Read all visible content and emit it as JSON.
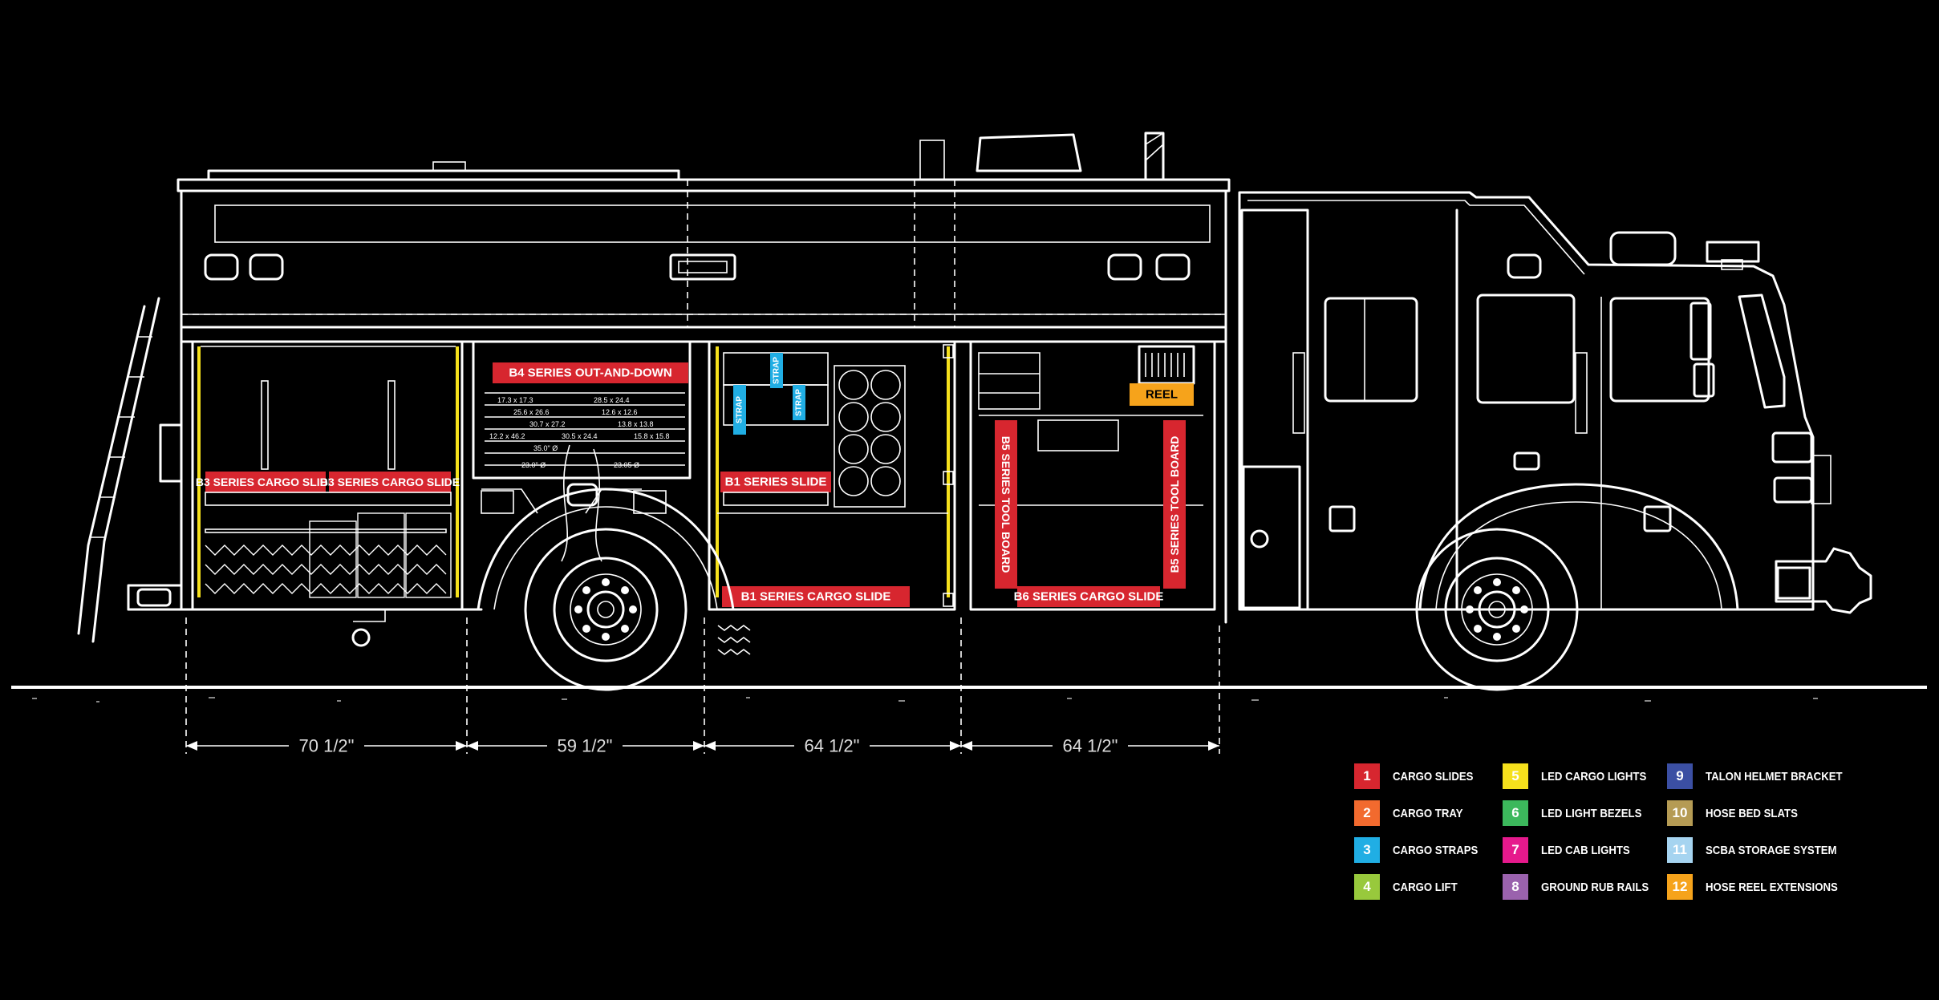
{
  "compartment_labels": {
    "b3_slide_left": "B3 SERIES CARGO SLIDE",
    "b3_slide_right": "B3 SERIES CARGO SLIDE",
    "b4_out_down": "B4 SERIES OUT-AND-DOWN",
    "strap": "STRAP",
    "b1_series_slide": "B1 SERIES SLIDE",
    "b1_cargo_slide": "B1 SERIES CARGO SLIDE",
    "reel": "REEL",
    "b5_tool_board": "B5 SERIES TOOL BOARD",
    "b6_cargo_slide": "B6 SERIES CARGO SLIDE"
  },
  "tray_sizes": [
    "17.3 x 17.3",
    "28.5 x 24.4",
    "25.6 x 26.6",
    "12.6 x 12.6",
    "30.7 x 27.2",
    "13.8 x 13.8",
    "12.2 x 46.2",
    "30.5 x 24.4",
    "15.8 x 15.8",
    "35.0\" Ø",
    "23.0\" Ø",
    "23.05 Ø"
  ],
  "dimensions": [
    "70 1/2\"",
    "59 1/2\"",
    "64 1/2\"",
    "64 1/2\""
  ],
  "legend": [
    {
      "num": "1",
      "label": "CARGO SLIDES",
      "color": "#d7262f"
    },
    {
      "num": "2",
      "label": "CARGO TRAY",
      "color": "#f26a2e"
    },
    {
      "num": "3",
      "label": "CARGO STRAPS",
      "color": "#20aee4"
    },
    {
      "num": "4",
      "label": "CARGO LIFT",
      "color": "#98c93c"
    },
    {
      "num": "5",
      "label": "LED CARGO LIGHTS",
      "color": "#f6e11c"
    },
    {
      "num": "6",
      "label": "LED LIGHT BEZELS",
      "color": "#3cb85c"
    },
    {
      "num": "7",
      "label": "LED CAB LIGHTS",
      "color": "#e6198c"
    },
    {
      "num": "8",
      "label": "GROUND RUB RAILS",
      "color": "#9a62ad"
    },
    {
      "num": "9",
      "label": "TALON HELMET BRACKET",
      "color": "#3b4fa3"
    },
    {
      "num": "10",
      "label": "HOSE BED SLATS",
      "color": "#b59b54"
    },
    {
      "num": "11",
      "label": "SCBA STORAGE SYSTEM",
      "color": "#a6d4f0"
    },
    {
      "num": "12",
      "label": "HOSE REEL EXTENSIONS",
      "color": "#f6a31b"
    }
  ]
}
